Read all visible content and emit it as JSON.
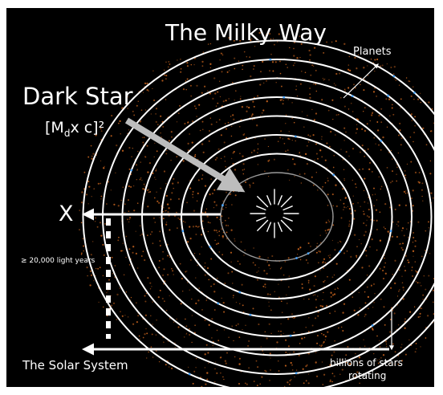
{
  "diagram": {
    "title": "The Milky Way",
    "dark_star_label": "Dark Star",
    "formula": {
      "open": "[M",
      "subscript": "d",
      "rest": "x c]²"
    },
    "x_label": "X",
    "solar_system_label": "The Solar System",
    "planets_label": "Planets",
    "distance_label": "≥ 20,000 light years",
    "billions_line1": "billions of stars",
    "billions_line2": "rotating"
  },
  "colors": {
    "background": "#000000",
    "foreground": "#ffffff",
    "arrow_gray": "#bdbdbd",
    "star_orange": "#c8641e",
    "planet_blue": "#4da6ff"
  },
  "icons": {
    "dark_star": "starburst-icon"
  }
}
